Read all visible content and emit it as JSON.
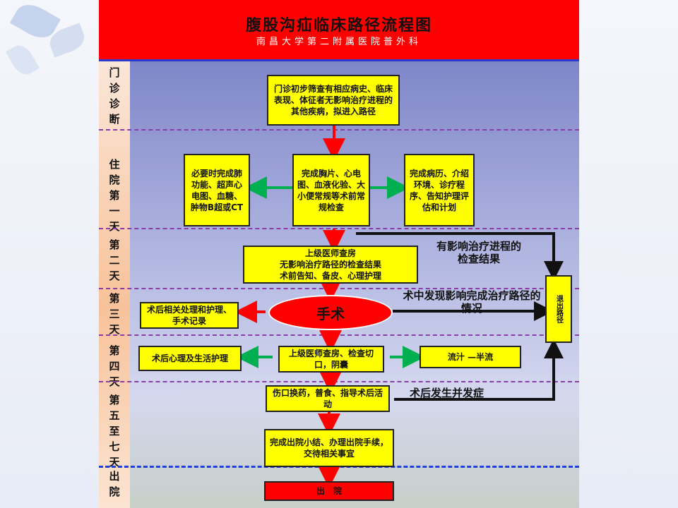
{
  "header": {
    "title": "腹股沟疝临床路径流程图",
    "subtitle": "南昌大学第二附属医院普外科"
  },
  "stages": [
    {
      "label": "门诊诊断"
    },
    {
      "label": "住院第一天"
    },
    {
      "label": "第二天"
    },
    {
      "label": "第三天"
    },
    {
      "label": "第四天"
    },
    {
      "label": "第五至七天"
    },
    {
      "label": "出院"
    }
  ],
  "boxes": {
    "initial_screening": "门诊初步筛查有相应病史、临床表现、体征者无影响治疗进程的其他疾病，拟进入路径",
    "day1_left": "必要时完成肺功能、超声心电图、血糖、肿物B超或CT",
    "day1_center": "完成胸片、心电图、血液化验、大小便常规等术前常规检查",
    "day1_right": "完成病历、介绍环境、诊疗程序、告知护理评估和计划",
    "day2_center": "上级医师查房\n无影响治疗路径的检查结果\n术前告知、备皮、心理护理",
    "surgery": "手术",
    "day3_left": "术后相关处理和护理、手术记录",
    "day4_left": "术后心理及生活护理",
    "day4_center": "上级医师查房、检查切口，阴囊",
    "day4_right": "流汁 —半流",
    "day5_center": "伤口换药，普食、指导术后活动",
    "summary": "完成出院小结、办理出院手续，交待相关事宜",
    "discharge": "出　院",
    "exit_path": "退出路径"
  },
  "notes": {
    "exam_results": "有影响治疗进程的\n检查结果",
    "intraop_findings": "术中发现影响完成治疗路径的情况",
    "complications": "术后发生并发症"
  },
  "colors": {
    "header_red": "#ff0000",
    "box_yellow": "#ffff00",
    "arrow_red": "#ff0000",
    "arrow_green": "#00b050",
    "divider_purple": "#8a3ca8",
    "divider_blue": "#1f3fe0"
  }
}
